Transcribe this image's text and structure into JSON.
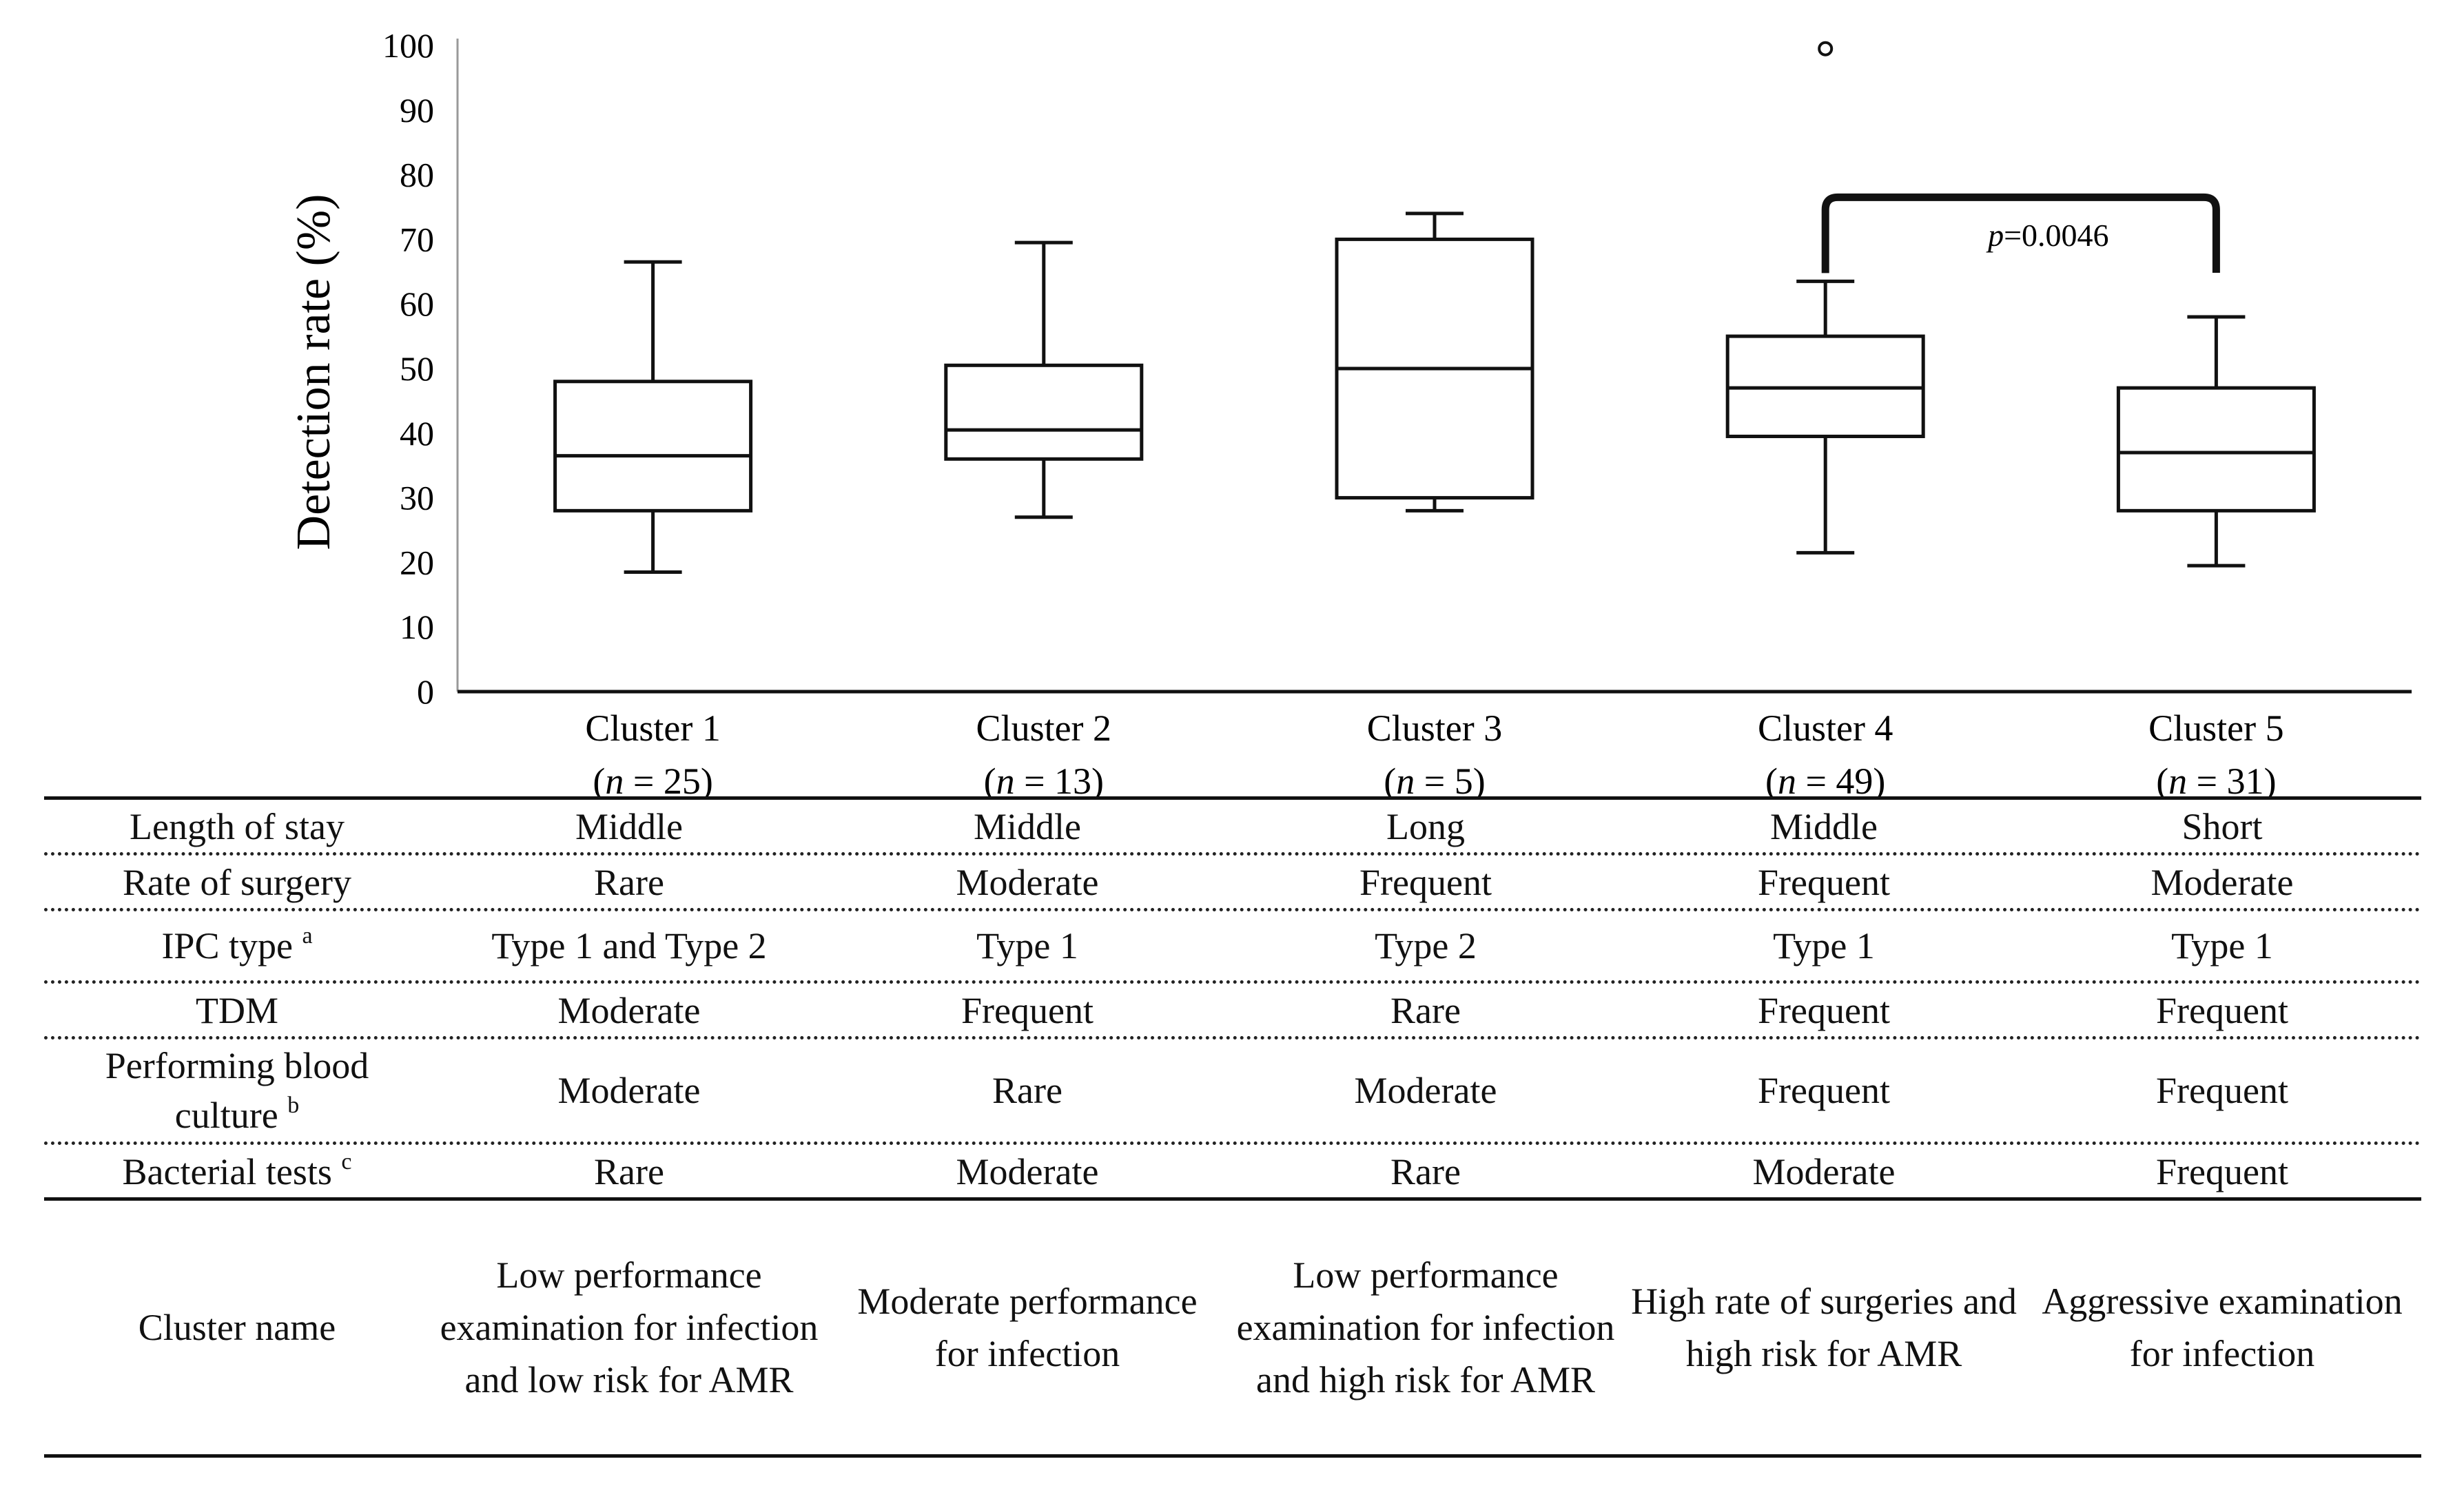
{
  "chart_data": {
    "type": "box",
    "ylabel": "Detection rate (%)",
    "ylim": [
      0,
      100
    ],
    "yticks": [
      0,
      10,
      20,
      30,
      40,
      50,
      60,
      70,
      80,
      90,
      100
    ],
    "categories": [
      "Cluster 1",
      "Cluster 2",
      "Cluster 3",
      "Cluster 4",
      "Cluster 5"
    ],
    "n_labels": [
      "(n = 25)",
      "(n = 13)",
      "(n = 5)",
      "(n = 49)",
      "(n = 31)"
    ],
    "boxes": [
      {
        "min": 18.5,
        "q1": 28,
        "median": 36.5,
        "q3": 48,
        "max": 66.5,
        "outliers": []
      },
      {
        "min": 27,
        "q1": 36,
        "median": 40.5,
        "q3": 50.5,
        "max": 69.5,
        "outliers": []
      },
      {
        "min": 28,
        "q1": 30,
        "median": 50,
        "q3": 70,
        "max": 74,
        "outliers": []
      },
      {
        "min": 21.5,
        "q1": 39.5,
        "median": 47,
        "q3": 55,
        "max": 63.5,
        "outliers": [
          99.5
        ]
      },
      {
        "min": 19.5,
        "q1": 28,
        "median": 37,
        "q3": 47,
        "max": 58,
        "outliers": []
      }
    ],
    "comparison": {
      "from": 3,
      "to": 4,
      "label": "p=0.0046"
    }
  },
  "table": {
    "rows": [
      {
        "label": "Length of stay",
        "sup": "",
        "values": [
          "Middle",
          "Middle",
          "Long",
          "Middle",
          "Short"
        ]
      },
      {
        "label": "Rate of surgery",
        "sup": "",
        "values": [
          "Rare",
          "Moderate",
          "Frequent",
          "Frequent",
          "Moderate"
        ]
      },
      {
        "label": "IPC type",
        "sup": "a",
        "values": [
          "Type 1 and Type 2",
          "Type 1",
          "Type 2",
          "Type 1",
          "Type 1"
        ]
      },
      {
        "label": "TDM",
        "sup": "",
        "values": [
          "Moderate",
          "Frequent",
          "Rare",
          "Frequent",
          "Frequent"
        ]
      },
      {
        "label": "Performing blood culture",
        "sup": "b",
        "values": [
          "Moderate",
          "Rare",
          "Moderate",
          "Frequent",
          "Frequent"
        ]
      },
      {
        "label": "Bacterial tests",
        "sup": "c",
        "values": [
          "Rare",
          "Moderate",
          "Rare",
          "Moderate",
          "Frequent"
        ]
      }
    ],
    "name_row": {
      "label": "Cluster name",
      "values": [
        "Low performance examination for infection and low risk for AMR",
        "Moderate performance for infection",
        "Low performance examination for infection and high risk for AMR",
        "High rate of surgeries and high risk for AMR",
        "Aggressive examination for infection"
      ]
    }
  }
}
